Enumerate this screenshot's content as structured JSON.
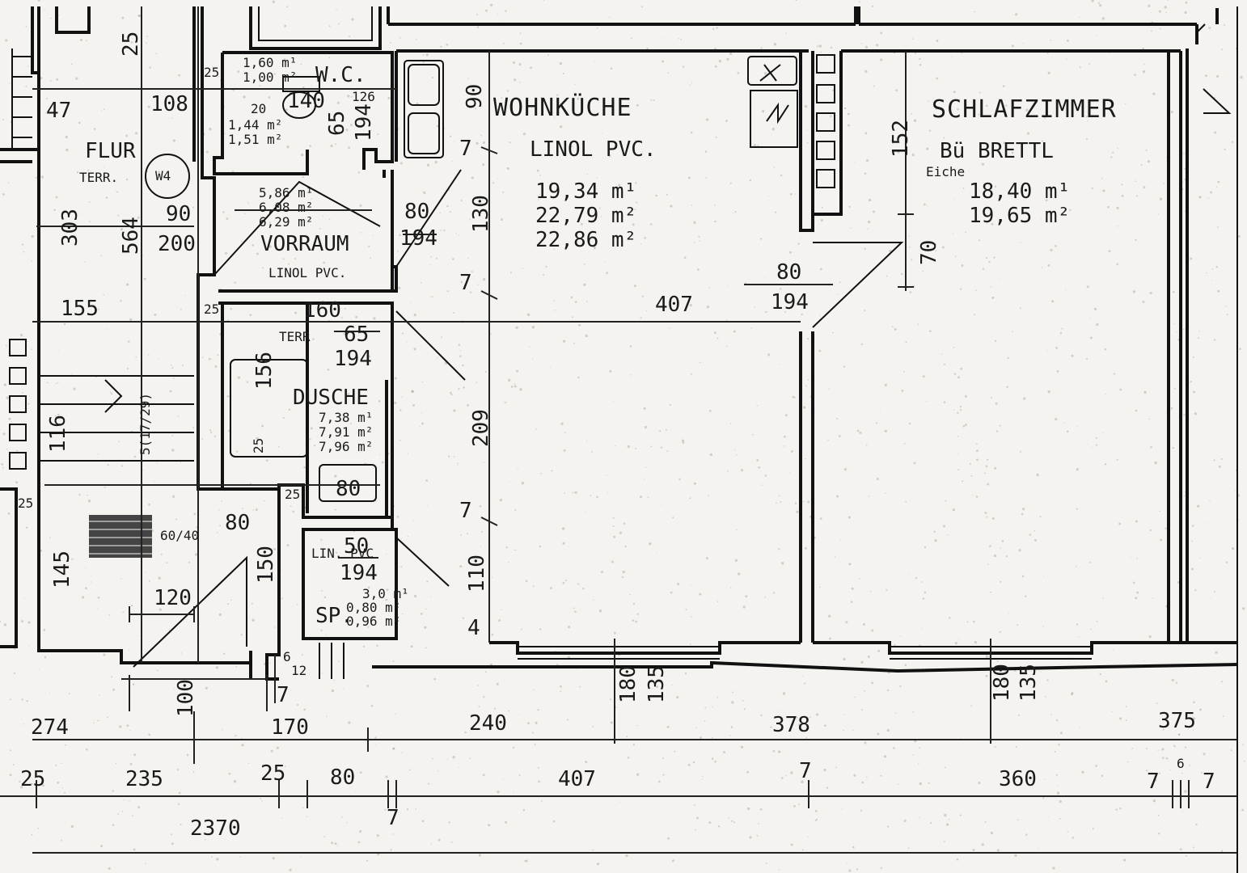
{
  "rooms": {
    "wohnkueche": {
      "name": "WOHNKÜCHE",
      "floor": "LINOL PVC.",
      "area1": "19,34 m¹",
      "area2": "22,79 m²",
      "area3": "22,86 m²"
    },
    "schlafzimmer": {
      "name": "SCHLAFZIMMER",
      "floor": "Bü BRETTL",
      "floor_note": "Eiche",
      "area1": "18,40 m¹",
      "area2": "19,65 m²"
    },
    "flur": {
      "name": "FLUR",
      "floor": "TERR."
    },
    "vorraum": {
      "name": "VORRAUM",
      "floor": "LINOL PVC.",
      "area1": "5,86 m¹",
      "area2": "6,08 m²",
      "area3": "6,29 m²"
    },
    "dusche": {
      "name": "DUSCHE",
      "floor": "TERR",
      "area1": "7,38 m¹",
      "area2": "7,91 m²",
      "area3": "7,96 m²"
    },
    "wc": {
      "name": "W.C.",
      "area1": "1,60 m¹",
      "area2": "1,00 m²",
      "note1": "1,44 m²",
      "note2": "1,51 m²"
    },
    "sp": {
      "name": "SP.",
      "floor": "LIN. PVC",
      "area1": "3,0 m¹",
      "area2": "0,80 m²",
      "area3": "0,96 m²"
    }
  },
  "symbols": {
    "boiler": "W4",
    "stair_label": "5(17/29)",
    "radiator_dim": "60/40"
  },
  "dimensions": {
    "door_80_194_a": [
      "80",
      "194"
    ],
    "door_80_194_b": [
      "80",
      "194"
    ],
    "door_65_194": [
      "65",
      "194"
    ],
    "door_50_194": [
      "50",
      "194"
    ],
    "door_90_200": [
      "90",
      "200"
    ],
    "bottom_row_1": [
      "274",
      "170",
      "240",
      "378",
      "375"
    ],
    "bottom_row_2": [
      "25",
      "235",
      "25",
      "80",
      "407",
      "7",
      "360",
      "7",
      "6",
      "7"
    ],
    "total": "2370",
    "bottom_extra": "7",
    "window_h1": "180",
    "window_w1": "135",
    "window_h2": "180",
    "window_w2": "135",
    "left_vertical": [
      "25",
      "47",
      "303",
      "564",
      "145",
      "116"
    ],
    "kitchen_vertical": [
      "90",
      "7",
      "130",
      "7",
      "209",
      "7",
      "110",
      "4"
    ],
    "bed_vertical": [
      "152",
      "70"
    ],
    "misc": [
      "108",
      "155",
      "160",
      "407",
      "25",
      "25",
      "25",
      "156",
      "25",
      "80",
      "80",
      "120",
      "150",
      "100",
      "7",
      "6",
      "12",
      "140",
      "65",
      "194",
      "126",
      "20",
      "25"
    ]
  }
}
